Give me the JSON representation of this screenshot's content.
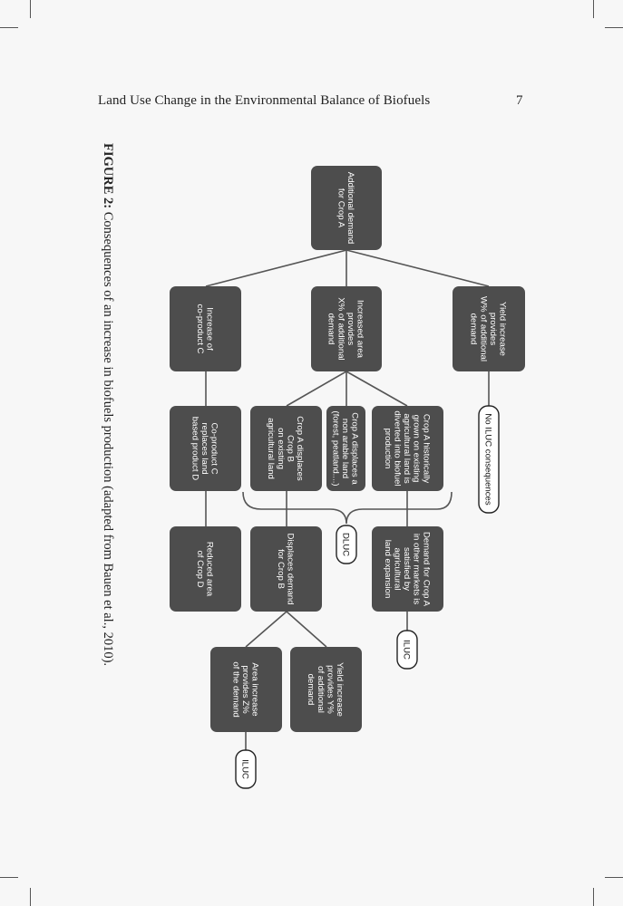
{
  "header": {
    "title": "Land Use Change in the Environmental Balance of Biofuels",
    "page_number": "7"
  },
  "caption": {
    "label": "FIGURE 2:",
    "text": "Consequences of an increase in biofuels production (adapted from Bauen et al., 2010)."
  },
  "diagram": {
    "nodes": [
      {
        "id": "additional-demand",
        "lines": [
          "Additional demand",
          "for Crop A"
        ]
      },
      {
        "id": "yield-increase-w",
        "lines": [
          "Yield increase",
          "provides",
          "W% of additional",
          "demand"
        ]
      },
      {
        "id": "increased-area",
        "lines": [
          "Increased area",
          "provides",
          "X% of additional",
          "demand"
        ]
      },
      {
        "id": "increase-coproduct",
        "lines": [
          "Increase of",
          "co-product C"
        ]
      },
      {
        "id": "crop-a-historically",
        "lines": [
          "Crop A historically",
          "grown on existing",
          "agricultural land is",
          "diverted into biofuel",
          "production"
        ]
      },
      {
        "id": "crop-a-nonarable",
        "lines": [
          "Crop A displaces a",
          "non arable land",
          "(forest, peatland....)"
        ]
      },
      {
        "id": "crop-a-displaces-b",
        "lines": [
          "Crop A displaces",
          "Crop B",
          "on existing",
          "agricultural land"
        ]
      },
      {
        "id": "coproduct-replaces",
        "lines": [
          "Co-product C",
          "replaces land",
          "based product D"
        ]
      },
      {
        "id": "demand-other-markets",
        "lines": [
          "Demand for Crop A",
          "in other markets is",
          "satisfied by",
          "agricultural",
          "land expansion"
        ]
      },
      {
        "id": "displaces-demand-b",
        "lines": [
          "Displaces demand",
          "for Crop B"
        ]
      },
      {
        "id": "reduced-area-d",
        "lines": [
          "Reduced area",
          "of Crop D"
        ]
      },
      {
        "id": "yield-increase-y",
        "lines": [
          "Yield increase",
          "provides Y%",
          "of additional",
          "demand"
        ]
      },
      {
        "id": "area-increase-z",
        "lines": [
          "Area increase",
          "provides Z%",
          "of the demand"
        ]
      }
    ],
    "tags": [
      {
        "id": "no-iluc",
        "text": "No ILUC consequences"
      },
      {
        "id": "dluc",
        "text": "DLUC"
      },
      {
        "id": "iluc-1",
        "text": "ILUC"
      },
      {
        "id": "iluc-2",
        "text": "ILUC"
      }
    ]
  }
}
